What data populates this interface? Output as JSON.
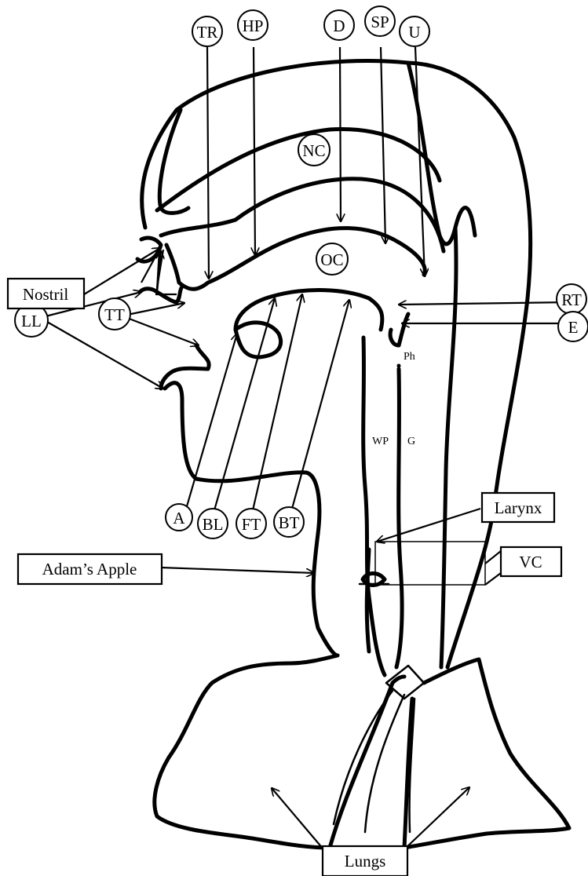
{
  "labels": {
    "TR": "TR",
    "HP": "HP",
    "D": "D",
    "SP": "SP",
    "U": "U",
    "NC": "NC",
    "OC": "OC",
    "RT": "RT",
    "E": "E",
    "LL": "LL",
    "TT": "TT",
    "A": "A",
    "BL": "BL",
    "FT": "FT",
    "BT": "BT",
    "Nostril": "Nostril",
    "Larynx": "Larynx",
    "VC": "VC",
    "AdamsApple": "Adam’s Apple",
    "Lungs": "Lungs",
    "Ph": "Ph",
    "WP": "WP",
    "G": "G"
  }
}
